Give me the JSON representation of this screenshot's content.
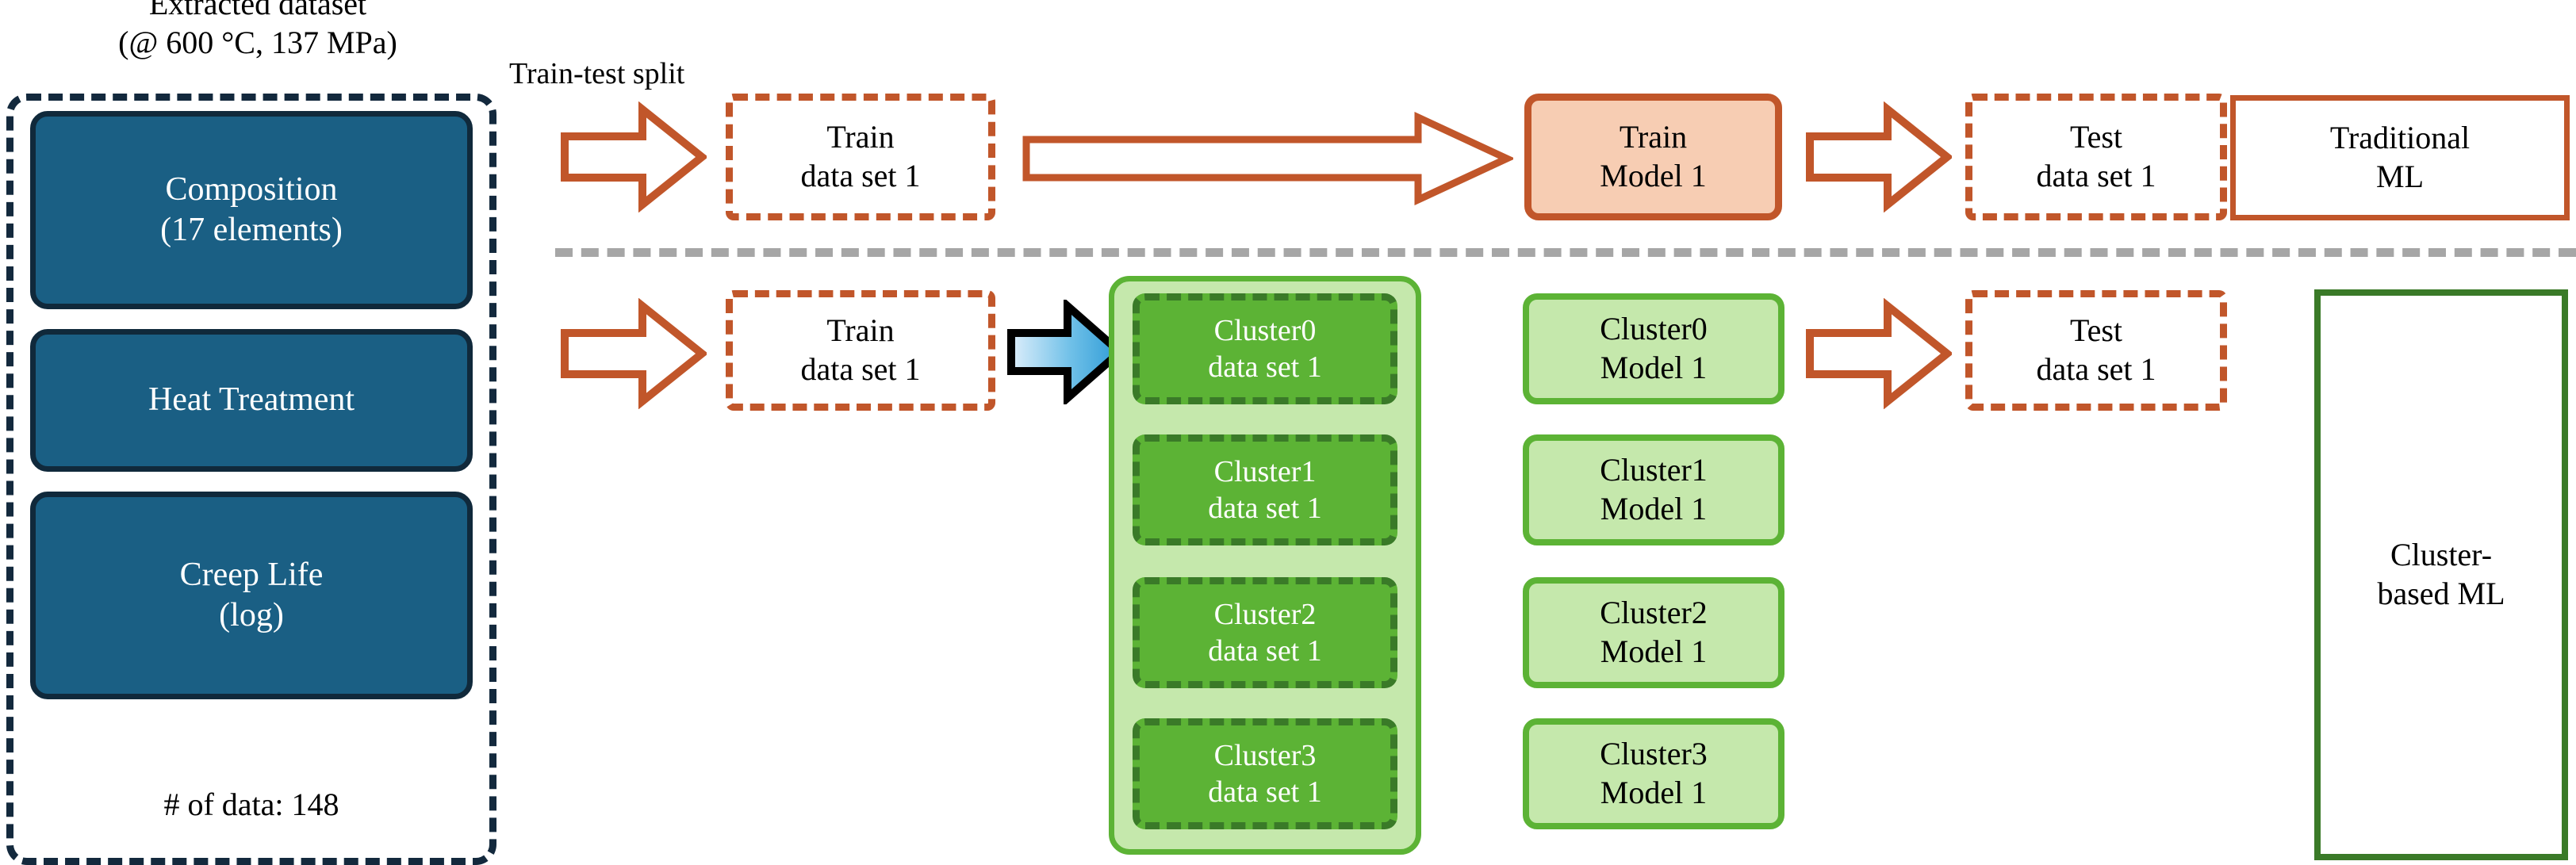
{
  "dataset": {
    "caption_line1": "Extracted dataset",
    "caption_line2": "(@ 600 °C, 137 MPa)",
    "features": [
      {
        "line1": "Composition",
        "line2": "(17 elements)"
      },
      {
        "line1": "Heat Treatment",
        "line2": ""
      },
      {
        "line1": "Creep Life",
        "line2": "(log)"
      }
    ],
    "count_label": "# of data: 148"
  },
  "labels": {
    "train_test_split": "Train-test split"
  },
  "traditional_row": {
    "train_data": {
      "line1": "Train",
      "line2": "data set 1"
    },
    "train_model": {
      "line1": "Train",
      "line2": "Model 1"
    },
    "test_data": {
      "line1": "Test",
      "line2": "data set 1"
    },
    "outcome": {
      "line1": "Traditional",
      "line2": "ML"
    }
  },
  "cluster_row": {
    "train_data": {
      "line1": "Train",
      "line2": "data set 1"
    },
    "test_data": {
      "line1": "Test",
      "line2": "data set 1"
    },
    "cluster_data": [
      {
        "line1": "Cluster0",
        "line2": "data set 1"
      },
      {
        "line1": "Cluster1",
        "line2": "data set 1"
      },
      {
        "line1": "Cluster2",
        "line2": "data set 1"
      },
      {
        "line1": "Cluster3",
        "line2": "data set 1"
      }
    ],
    "cluster_models": [
      {
        "line1": "Cluster0",
        "line2": "Model 1"
      },
      {
        "line1": "Cluster1",
        "line2": "Model 1"
      },
      {
        "line1": "Cluster2",
        "line2": "Model 1"
      },
      {
        "line1": "Cluster3",
        "line2": "Model 1"
      }
    ],
    "outcome": {
      "line1": "Cluster-",
      "line2": "based ML"
    }
  },
  "colors": {
    "dataset_blue": "#1a5f84",
    "dataset_blue_border": "#10293b",
    "orange": "#c1562a",
    "orange_fill": "#f7cdb3",
    "green_bright": "#5cb335",
    "green_light": "#c5e8ac",
    "green_dark": "#3a7a28",
    "divider_gray": "#a6a6a6",
    "arrow_blue_light": "#ddeefb",
    "arrow_blue_dark": "#2e9bd6"
  }
}
